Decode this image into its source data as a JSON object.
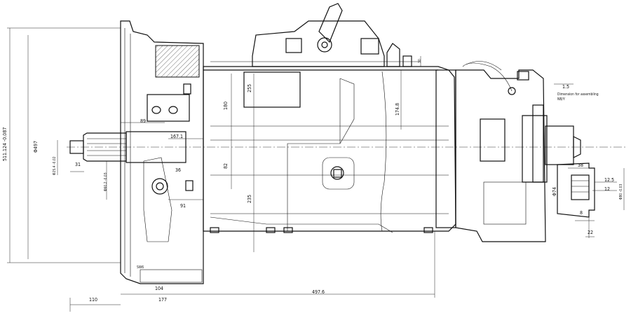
{
  "drawing": {
    "title": "Gearbox assembly outline drawing",
    "dimensions": {
      "overall_height": "511.124 -0.087",
      "bell_dia": "Φ497",
      "d89": "89",
      "d167": "167.1",
      "shaft_dia": "Φ25.4 -0.02",
      "d31": "31",
      "pilot_dia": "Φ60.2 -0.03",
      "d36": "36",
      "d91": "91",
      "d255": "255",
      "d180": "180",
      "d82": "82",
      "d235": "235",
      "d174": "174.8",
      "d30": "30",
      "d1_5": "1.5",
      "assembly_note": "Dimension for assembling",
      "assembly_note2": "NB/Y",
      "d38": "38",
      "d12_5": "12.5",
      "d12": "12",
      "flange_dia": "Φ80 -0.03",
      "d74": "Φ74",
      "d8": "8",
      "d22": "22",
      "sw": "SW6",
      "d104": "104",
      "d177": "177",
      "d497": "497.6",
      "d110": "110"
    }
  }
}
